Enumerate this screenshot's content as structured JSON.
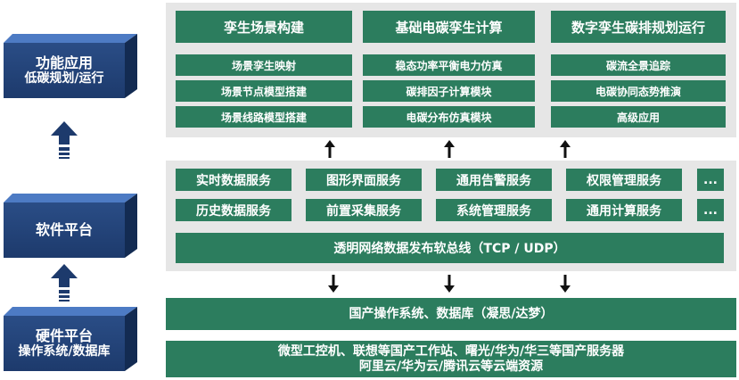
{
  "layers": {
    "function": {
      "line1": "功能应用",
      "line2": "低碳规划/运行"
    },
    "software": {
      "line1": "软件平台"
    },
    "hardware": {
      "line1": "硬件平台",
      "line2": "操作系统/数据库"
    }
  },
  "apps": {
    "col1": {
      "title": "孪生场景构建",
      "items": [
        "场景孪生映射",
        "场景节点模型搭建",
        "场景线路模型搭建"
      ]
    },
    "col2": {
      "title": "基础电碳孪生计算",
      "items": [
        "稳态功率平衡电力仿真",
        "碳排因子计算模块",
        "电碳分布仿真模块"
      ]
    },
    "col3": {
      "title": "数字孪生碳排规划运行",
      "items": [
        "碳流全景追踪",
        "电碳协同态势推演",
        "高级应用"
      ]
    }
  },
  "services": {
    "row1": [
      "实时数据服务",
      "图形界面服务",
      "通用告警服务",
      "权限管理服务",
      "..."
    ],
    "row2": [
      "历史数据服务",
      "前置采集服务",
      "系统管理服务",
      "通用计算服务",
      "..."
    ]
  },
  "bus": "透明网络数据发布软总线（TCP / UDP）",
  "os_db": "国产操作系统、数据库（凝思/达梦）",
  "hardware_line1": "微型工控机、联想等国产工作站、曙光/华为/华三等国产服务器",
  "hardware_line2": "阿里云/华为云/腾讯云等云端资源",
  "colors": {
    "green": "#2c7d5e",
    "panel_gray": "#e6e6e6",
    "block_blue": "#1d3a6c"
  },
  "icons": {
    "layer_arrow": "up-arrow-icon",
    "flow_up": "arrow-up-icon",
    "flow_down": "arrow-down-icon"
  }
}
